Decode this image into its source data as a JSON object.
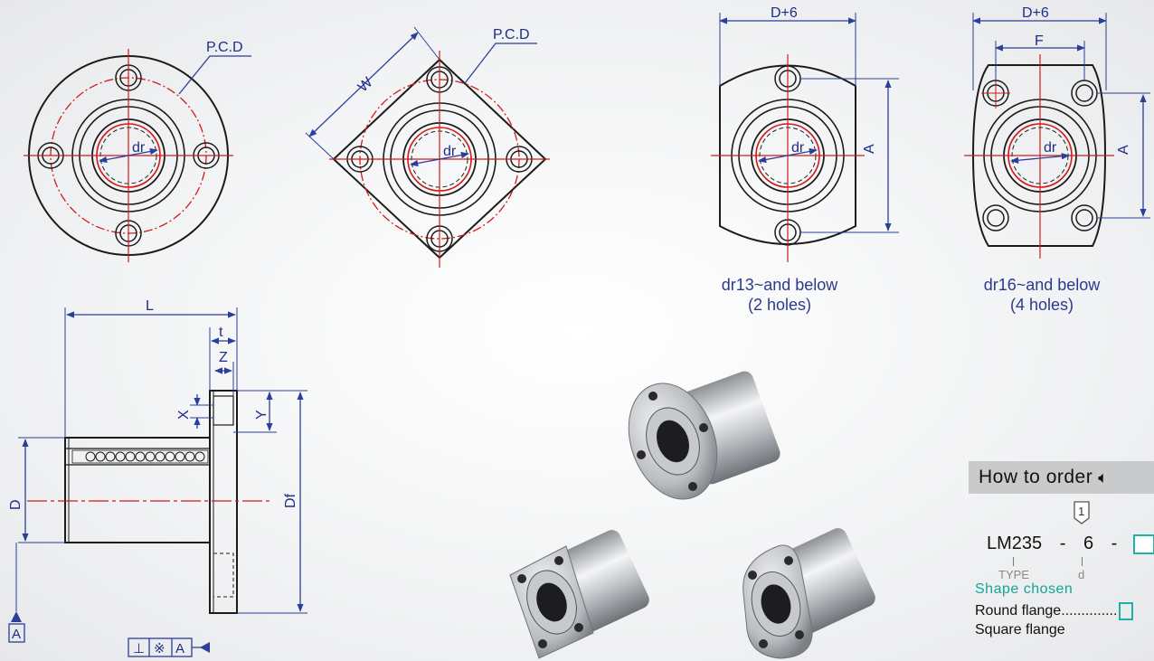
{
  "colors": {
    "line": "#1b1b1b",
    "dimension": "#2a3e9c",
    "centerline": "#d21b1b",
    "accent": "#19b3a8",
    "header_bg": "#c9cacc"
  },
  "drawing_labels": {
    "pcd": "P.C.D",
    "dr": "dr",
    "w": "W",
    "d_plus_6": "D+6",
    "f": "F",
    "a": "A",
    "l": "L",
    "t": "t",
    "z": "Z",
    "x": "X",
    "y": "Y",
    "d": "D",
    "df": "Df",
    "datum_a": "A",
    "tolerance_frame": [
      "⊥",
      "※",
      "A"
    ]
  },
  "captions": {
    "oval_two_holes": [
      "dr13~and below",
      "(2 holes)"
    ],
    "oval_four_holes": [
      "dr16~and below",
      "(4 holes)"
    ]
  },
  "order": {
    "title": "How to order",
    "speaker_icon": "speaker-icon",
    "code": "LM235",
    "sep1": "-",
    "value": "6",
    "sep2": "-",
    "marker": "1",
    "type_label": "TYPE",
    "d_label": "d",
    "shape_title": "Shape chosen",
    "options": [
      "Round flange..............",
      "Square flange"
    ]
  }
}
